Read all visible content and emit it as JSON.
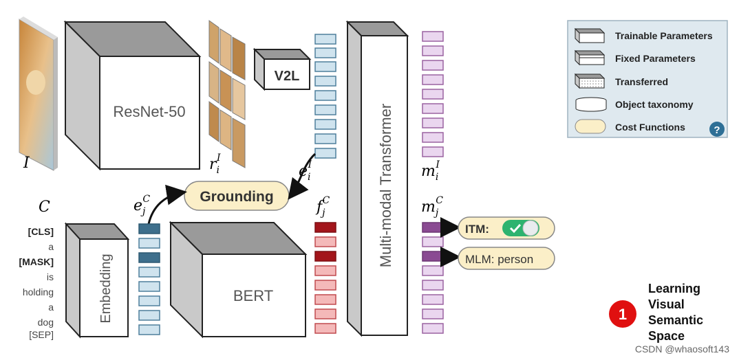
{
  "blocks": {
    "resnet": "ResNet-50",
    "v2l": "V2L",
    "transformer": "Multi-modal Transformer",
    "embedding": "Embedding",
    "bert": "BERT",
    "grounding": "Grounding"
  },
  "symbols": {
    "image": "I",
    "caption": "C",
    "r_base": "r",
    "r_sub": "i",
    "r_sup": "I",
    "eI_base": "e",
    "eI_sub": "i",
    "eI_sup": "I",
    "eC_base": "e",
    "eC_sub": "j",
    "eC_sup": "C",
    "f_base": "f",
    "f_sub": "j",
    "f_sup": "C",
    "mI_base": "m",
    "mI_sub": "i",
    "mI_sup": "I",
    "mC_base": "m",
    "mC_sub": "j",
    "mC_sup": "C"
  },
  "tokens": [
    "[CLS]",
    "a",
    "[MASK]",
    "is",
    "holding",
    "a",
    "dog",
    "[SEP]"
  ],
  "outputs": {
    "itm_label": "ITM:",
    "mlm_label": "MLM: person"
  },
  "legend": {
    "items": [
      "Trainable Parameters",
      "Fixed Parameters",
      "Transferred",
      "Object taxonomy",
      "Cost Functions"
    ],
    "help": "?"
  },
  "step": {
    "number": "1",
    "lines": [
      "Learning",
      "Visual",
      "Semantic",
      "Space"
    ]
  },
  "watermark": "CSDN @whaosoft143",
  "colors": {
    "token_blue": "#cfe3ee",
    "token_blue_dark": "#3e6f8c",
    "token_red": "#f4b9b9",
    "token_red_dark": "#a3151b",
    "token_purple": "#ead6ef",
    "token_purple_dark": "#8a4a92",
    "cost_fill": "#fbefc8",
    "legend_bg": "#dfe9ef",
    "step_red": "#e01010",
    "toggle_green": "#2db36f"
  }
}
